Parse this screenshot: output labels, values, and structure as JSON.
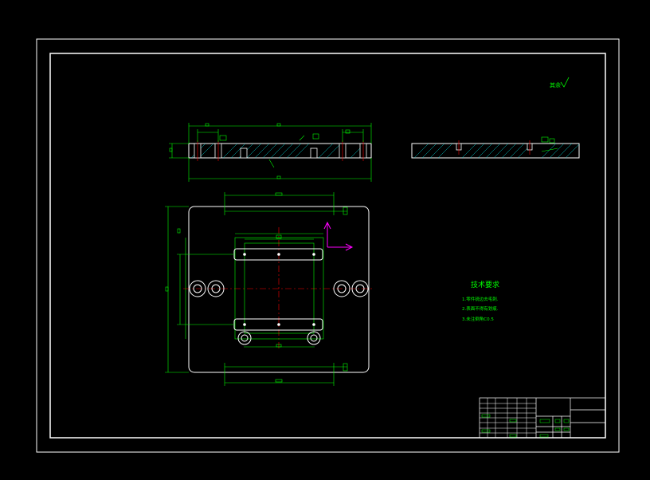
{
  "surface_note": "其余",
  "tech_title": "技术要求",
  "tech_items": [
    "1.零件锐边去毛刺.",
    "2.表面不得有划痕.",
    "3.未注倒角C0.5"
  ],
  "colors": {
    "background": "#000000",
    "frame": "#ffffff",
    "outline": "#ffffff",
    "dimension": "#00ff00",
    "center_line": "#ff0000",
    "hatch": "#00cccc",
    "axis": "#ff00ff"
  }
}
